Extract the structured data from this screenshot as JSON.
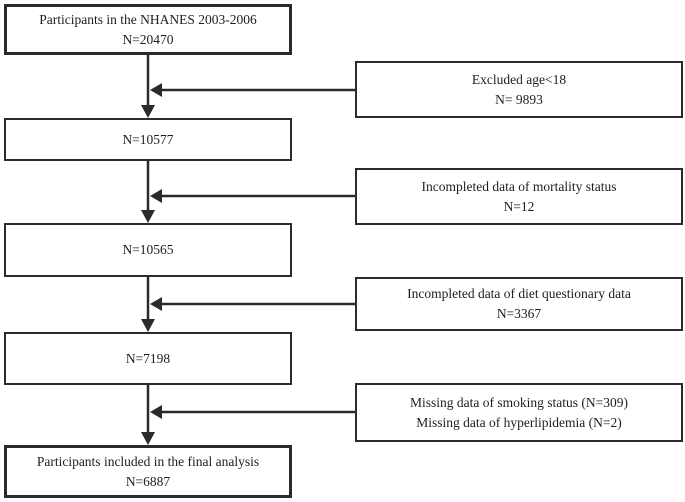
{
  "diagram": {
    "title": "NHANES participant selection flowchart",
    "colors": {
      "line": "#2b2b2b",
      "text": "#1d1d1d",
      "background": "#ffffff"
    },
    "main_boxes": [
      {
        "id": "nhanes-participants",
        "lines": [
          "Participants in the NHANES 2003-2006",
          "N=20470"
        ]
      },
      {
        "id": "after-age-exclusion",
        "lines": [
          "N=10577"
        ]
      },
      {
        "id": "after-mortality-exclusion",
        "lines": [
          "N=10565"
        ]
      },
      {
        "id": "after-diet-exclusion",
        "lines": [
          "N=7198"
        ]
      },
      {
        "id": "final-analysis",
        "lines": [
          "Participants included in the final analysis",
          "N=6887"
        ]
      }
    ],
    "exclusion_boxes": [
      {
        "id": "excluded-age",
        "lines": [
          "Excluded age<18",
          "N= 9893"
        ]
      },
      {
        "id": "excluded-mortality",
        "lines": [
          "Incompleted data of mortality status",
          "N=12"
        ]
      },
      {
        "id": "excluded-diet",
        "lines": [
          "Incompleted data of diet questionary data",
          "N=3367"
        ]
      },
      {
        "id": "excluded-smoking-hyperlipidemia",
        "lines": [
          "Missing data of smoking status (N=309)",
          "Missing data of hyperlipidemia (N=2)"
        ]
      }
    ],
    "connections": [
      {
        "from": "nhanes-participants",
        "to": "after-age-exclusion",
        "exclusion": "excluded-age"
      },
      {
        "from": "after-age-exclusion",
        "to": "after-mortality-exclusion",
        "exclusion": "excluded-mortality"
      },
      {
        "from": "after-mortality-exclusion",
        "to": "after-diet-exclusion",
        "exclusion": "excluded-diet"
      },
      {
        "from": "after-diet-exclusion",
        "to": "final-analysis",
        "exclusion": "excluded-smoking-hyperlipidemia"
      }
    ]
  }
}
